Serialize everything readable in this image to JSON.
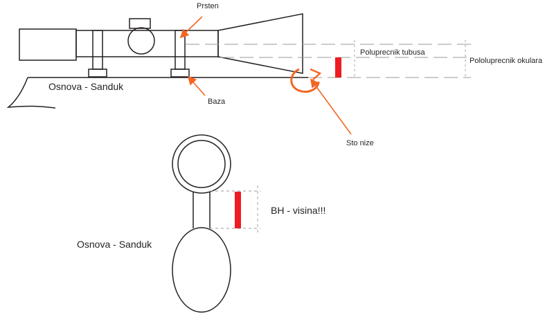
{
  "labels": {
    "prsten": "Prsten",
    "osnova_top": "Osnova - Sanduk",
    "baza": "Baza",
    "poluprecnik_tubusa": "Poluprecnik tubusa",
    "pololuprecnik_okulara": "Pololuprecnik okulara",
    "sto_nize": "Sto nize",
    "bh_visina": "BH - visina!!!",
    "osnova_bottom": "Osnova - Sanduk"
  },
  "colors": {
    "line": "#231f20",
    "accent": "#f26522",
    "highlight": "#ed1c24",
    "dashed": "#9a9a9a"
  }
}
